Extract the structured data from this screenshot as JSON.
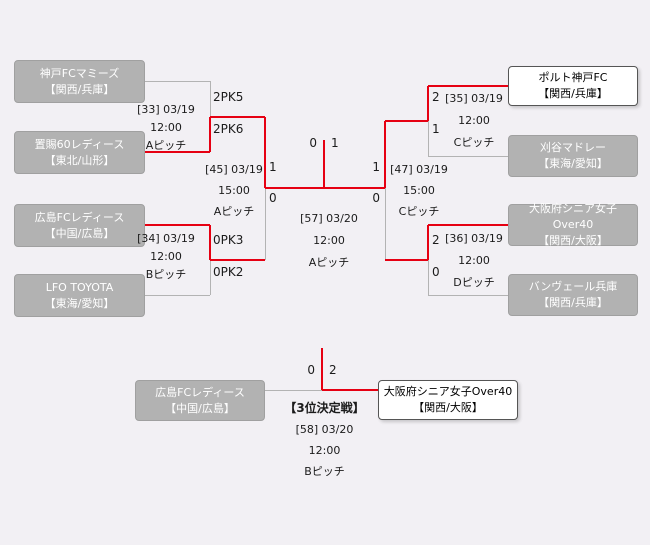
{
  "colors": {
    "bg": "#f2f0f4",
    "line-gray": "#b3b3b3",
    "line-red": "#e60012",
    "box-gray": "#b2b2b2"
  },
  "teams": {
    "l1": {
      "name": "神戸FCマミーズ",
      "region": "【関西/兵庫】"
    },
    "l2": {
      "name": "置賜60レディース",
      "region": "【東北/山形】"
    },
    "l3": {
      "name": "広島FCレディース",
      "region": "【中国/広島】"
    },
    "l4": {
      "name": "LFO TOYOTA",
      "region": "【東海/愛知】"
    },
    "r1": {
      "name": "ポルト神戸FC",
      "region": "【関西/兵庫】"
    },
    "r2": {
      "name": "刈谷マドレー",
      "region": "【東海/愛知】"
    },
    "r3": {
      "name": "大阪府シニア女子Over40",
      "region": "【関西/大阪】"
    },
    "r4": {
      "name": "バンヴェール兵庫",
      "region": "【関西/兵庫】"
    },
    "b1": {
      "name": "広島FCレディース",
      "region": "【中国/広島】"
    },
    "b2": {
      "name": "大阪府シニア女子Over40",
      "region": "【関西/大阪】"
    }
  },
  "matches": {
    "m33": {
      "id": "[33] 03/19",
      "time": "12:00",
      "pitch": "Aピッチ",
      "score_top": "2PK5",
      "score_bottom": "2PK6"
    },
    "m34": {
      "id": "[34] 03/19",
      "time": "12:00",
      "pitch": "Bピッチ",
      "score_top": "0PK3",
      "score_bottom": "0PK2"
    },
    "m35": {
      "id": "[35] 03/19",
      "time": "12:00",
      "pitch": "Cピッチ",
      "score_top": "2",
      "score_bottom": "1"
    },
    "m36": {
      "id": "[36] 03/19",
      "time": "12:00",
      "pitch": "Dピッチ",
      "score_top": "2",
      "score_bottom": "0"
    },
    "m45": {
      "id": "[45] 03/19",
      "time": "15:00",
      "pitch": "Aピッチ",
      "score_top": "1",
      "score_bottom": "0"
    },
    "m47": {
      "id": "[47] 03/19",
      "time": "15:00",
      "pitch": "Cピッチ",
      "score_top": "1",
      "score_bottom": "0"
    },
    "m57": {
      "id": "[57] 03/20",
      "time": "12:00",
      "pitch": "Aピッチ",
      "score_left": "0",
      "score_right": "1"
    },
    "m58": {
      "title": "【3位決定戦】",
      "id": "[58] 03/20",
      "time": "12:00",
      "pitch": "Bピッチ",
      "score_left": "0",
      "score_right": "2"
    }
  }
}
